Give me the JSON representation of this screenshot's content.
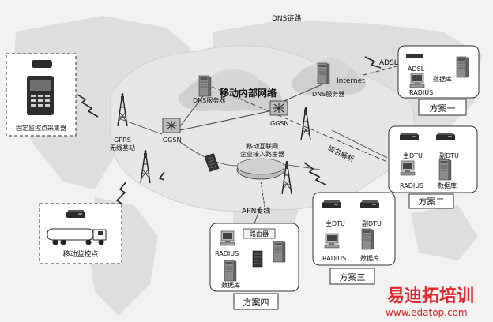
{
  "header": {
    "dns_link": "DNS链路"
  },
  "colors": {
    "map": "#dedede",
    "cloud": "#cfcfcf",
    "line": "#444444",
    "watermark_red": "#e4252d"
  },
  "nodes": {
    "fixed_collector": "固定监控点采集器",
    "mobile_point": "移动监控点",
    "gprs_station_line1": "GPRS",
    "gprs_station_line2": "无线基站",
    "ggsn_left": "GGSN",
    "ggsn_center": "GGSN",
    "mobile_internal_network": "移动内部网络",
    "dns_server_left": "DNS服务器",
    "dns_server_right": "DNS服务器",
    "internet": "Internet",
    "adsl_link": "ADSL",
    "domain_resolution": "域名解析",
    "router_line1": "移动互联网",
    "router_line2": "企业接入路由器",
    "apn_line": "APN专线"
  },
  "plans": {
    "plan1": {
      "title": "方案一",
      "adsl": "ADSL",
      "radius": "RADIUS",
      "db": "数据库"
    },
    "plan2": {
      "title": "方案二",
      "main_dtu": "主DTU",
      "backup_dtu": "副DTU",
      "radius": "RADIUS",
      "db": "数据库"
    },
    "plan3": {
      "title": "方案三",
      "main_dtu": "主DTU",
      "backup_dtu": "副DTU",
      "radius": "RADIUS",
      "db": "数据库"
    },
    "plan4": {
      "title": "方案四",
      "router": "路由器",
      "radius": "RADIUS",
      "db": "数据库"
    }
  },
  "watermark": {
    "brand": "易迪拓培训",
    "url": "www.edatop.com"
  },
  "icons": [
    "collector-device-icon",
    "truck-icon",
    "tower-icon",
    "ggsn-switch-icon",
    "server-icon",
    "firewall-icon",
    "router-icon",
    "pc-icon",
    "dtu-icon",
    "cloud-icon"
  ]
}
